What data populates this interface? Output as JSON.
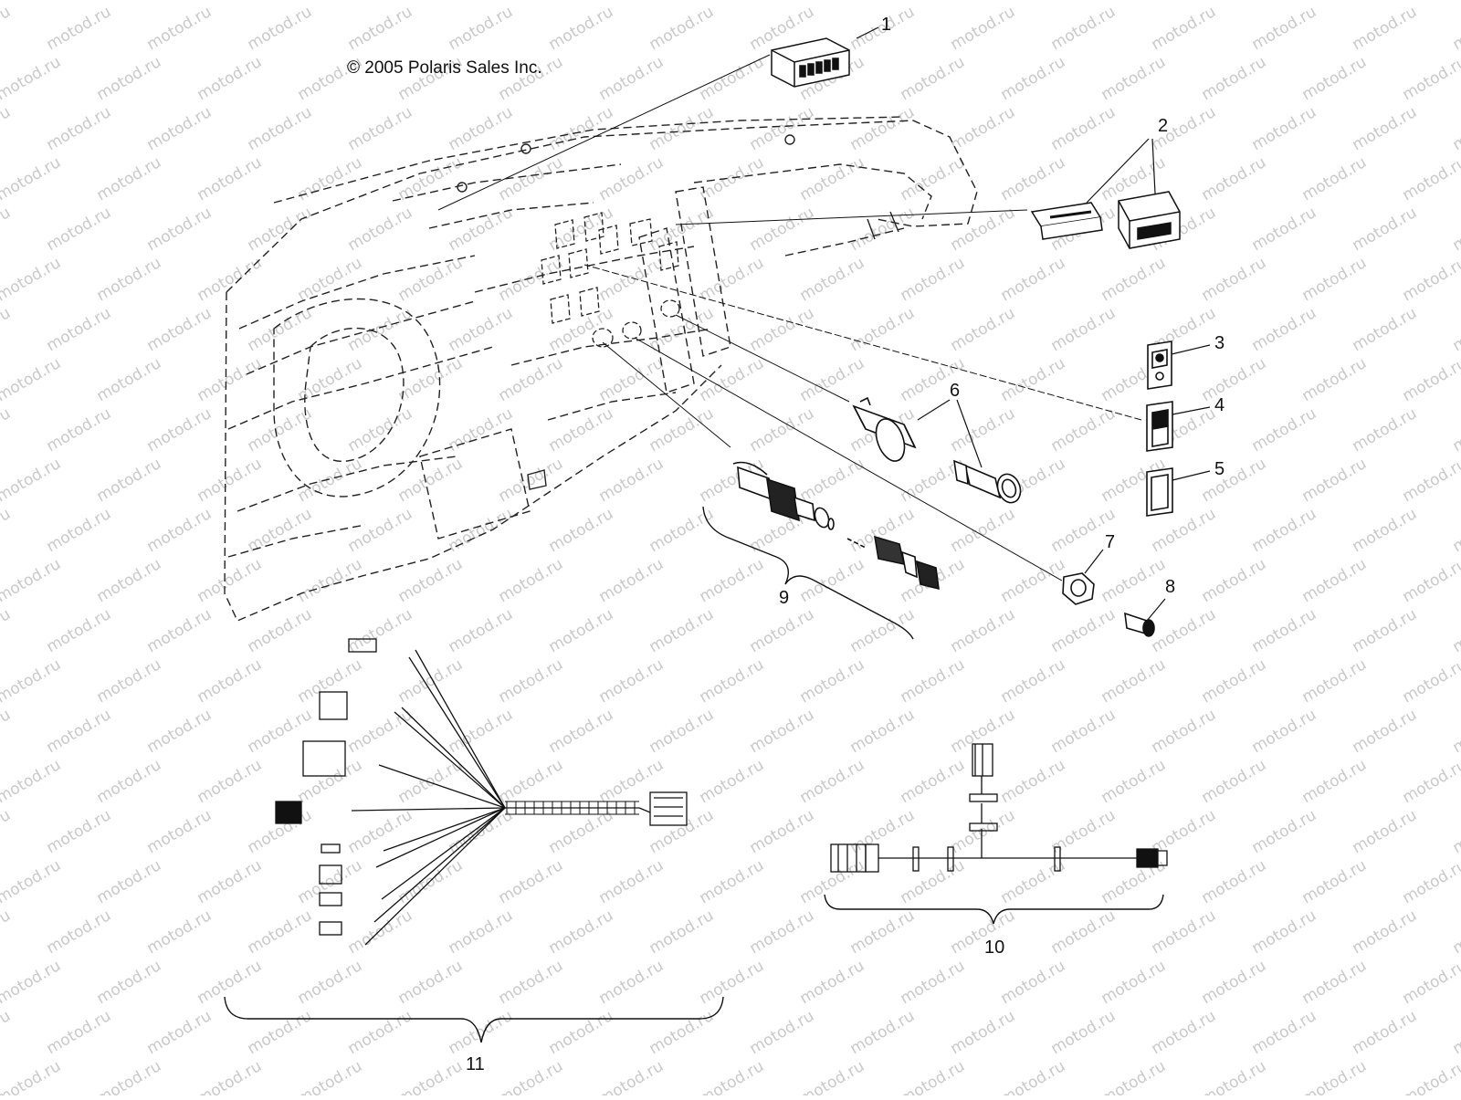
{
  "header": {
    "copyright": "© 2005 Polaris Sales Inc."
  },
  "watermark": {
    "text": "motod.ru"
  },
  "callouts": [
    "1",
    "2",
    "3",
    "4",
    "5",
    "6",
    "7",
    "8",
    "9",
    "10",
    "11"
  ]
}
